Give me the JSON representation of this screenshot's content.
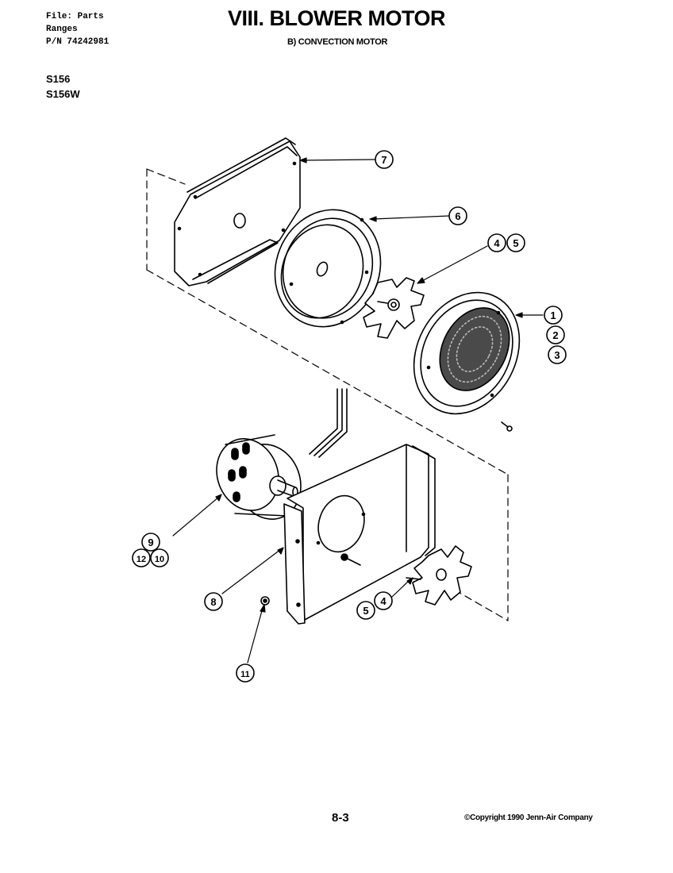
{
  "header": {
    "file_line": "File: Parts",
    "category_line": "Ranges",
    "part_number_line": "P/N 74242981",
    "title": "VIII. BLOWER MOTOR",
    "subtitle": "B) CONVECTION MOTOR"
  },
  "models": [
    "S156",
    "S156W"
  ],
  "callouts": [
    "7",
    "6",
    "4",
    "5",
    "1",
    "2",
    "3",
    "9",
    "12",
    "10",
    "8",
    "11",
    "5",
    "4"
  ],
  "footer": {
    "page_number": "8-3",
    "copyright": "©Copyright 1990 Jenn-Air Company"
  }
}
